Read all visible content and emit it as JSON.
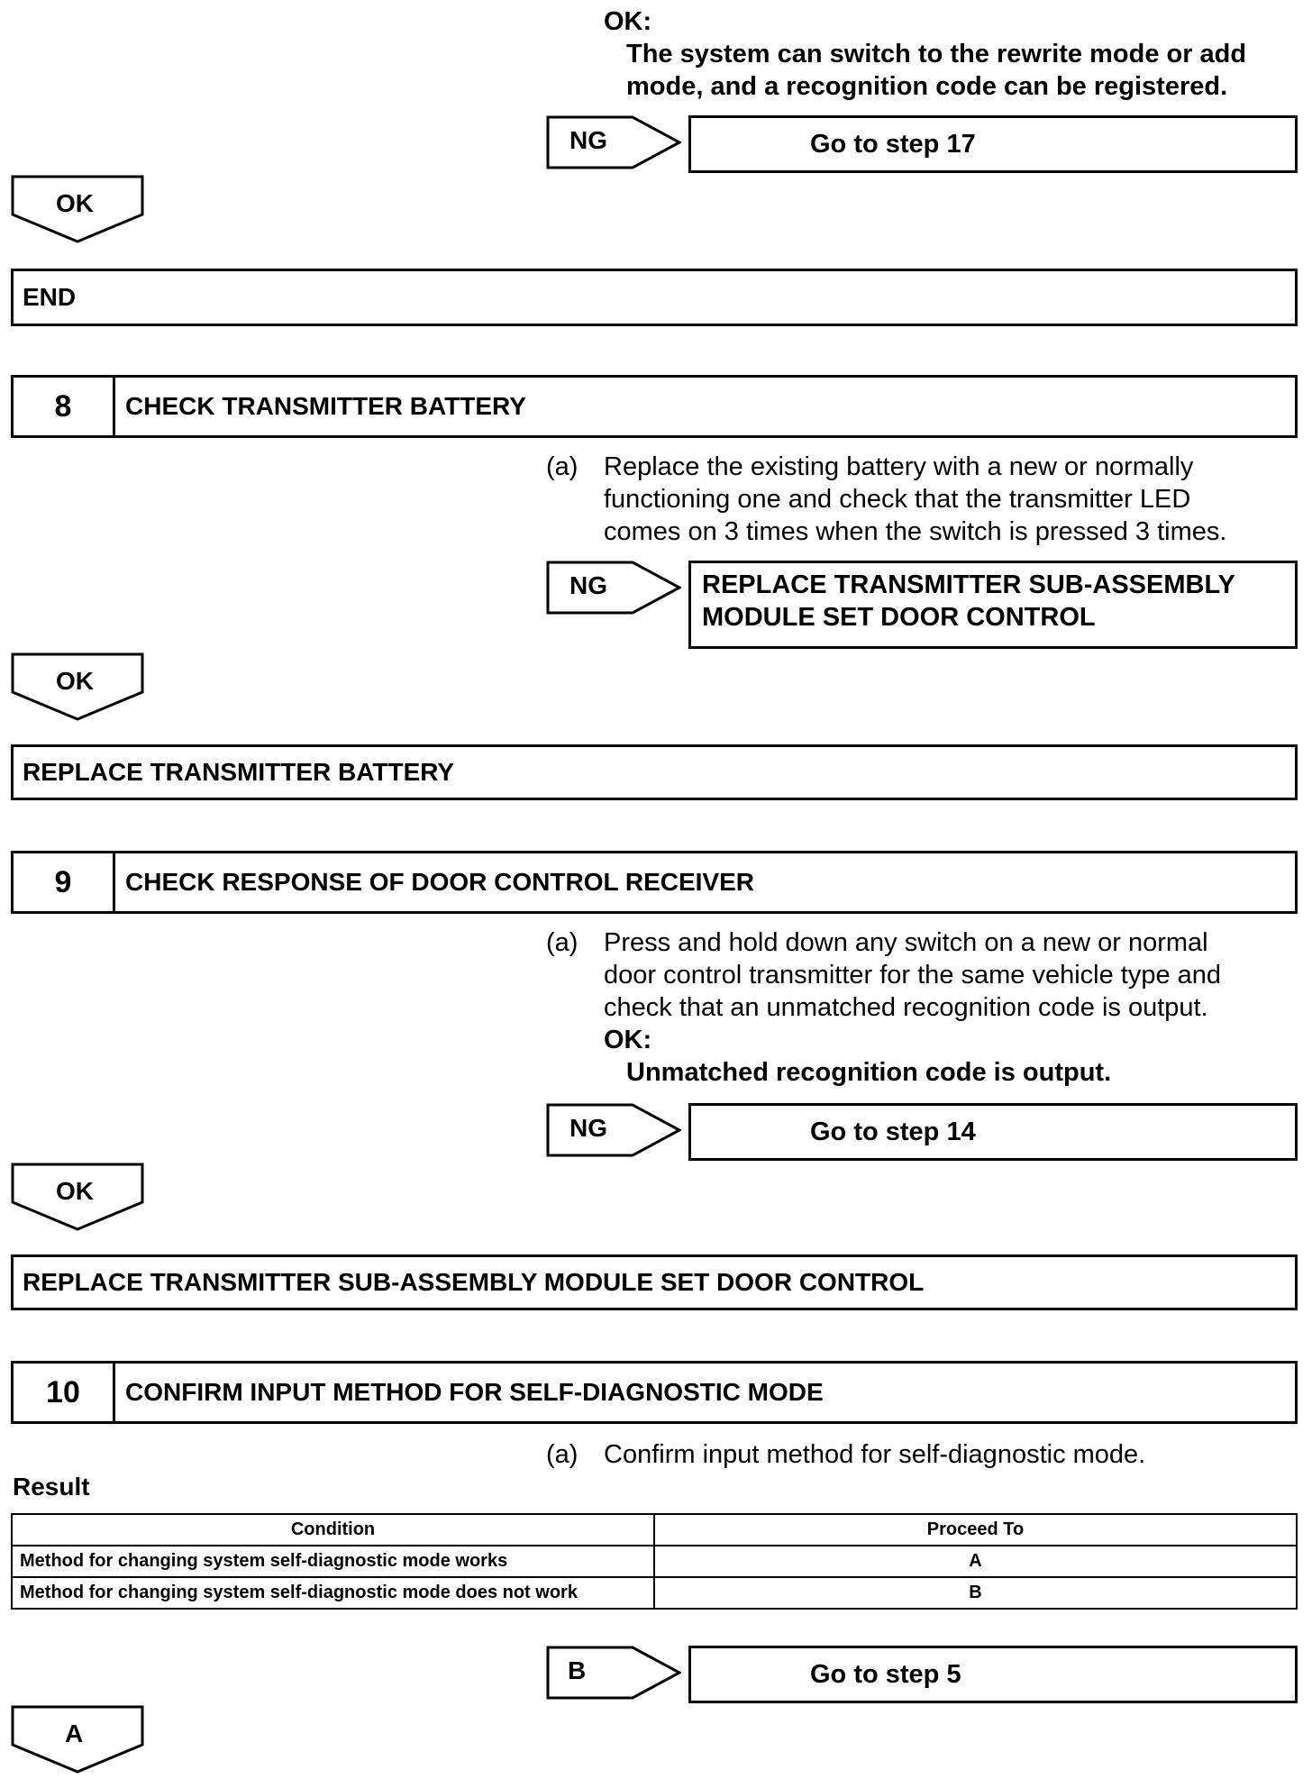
{
  "top": {
    "ok_label": "OK:",
    "ok_text_1": "The system can switch to the rewrite mode or add",
    "ok_text_2": "mode, and a recognition code can be registered.",
    "ng_label": "NG",
    "ng_target": "Go to step 17",
    "ok_arrow": "OK",
    "end": "END"
  },
  "step8": {
    "number": "8",
    "title": "CHECK TRANSMITTER BATTERY",
    "item_marker": "(a)",
    "item_1": "Replace the existing battery with a new or normally",
    "item_2": "functioning one and check that the transmitter LED",
    "item_3": "comes on 3 times when the switch is pressed 3 times.",
    "ng_label": "NG",
    "ng_target_1": "REPLACE TRANSMITTER SUB-ASSEMBLY",
    "ng_target_2": "MODULE SET DOOR CONTROL",
    "ok_arrow": "OK",
    "result": "REPLACE TRANSMITTER BATTERY"
  },
  "step9": {
    "number": "9",
    "title": "CHECK RESPONSE OF DOOR CONTROL RECEIVER",
    "item_marker": "(a)",
    "item_1": "Press and hold down any switch on a new or normal",
    "item_2": "door control transmitter for the same vehicle type and",
    "item_3": "check that an unmatched recognition code is output.",
    "ok_label": "OK:",
    "ok_text": "Unmatched recognition code is output.",
    "ng_label": "NG",
    "ng_target": "Go to step 14",
    "ok_arrow": "OK",
    "result": "REPLACE TRANSMITTER SUB-ASSEMBLY MODULE SET DOOR CONTROL"
  },
  "step10": {
    "number": "10",
    "title": "CONFIRM INPUT METHOD FOR SELF-DIAGNOSTIC MODE",
    "item_marker": "(a)",
    "item_1": "Confirm input method for self-diagnostic mode.",
    "result_heading": "Result",
    "table": {
      "headers": [
        "Condition",
        "Proceed To"
      ],
      "rows": [
        [
          "Method for changing system self-diagnostic mode works",
          "A"
        ],
        [
          "Method for changing system self-diagnostic mode does not work",
          "B"
        ]
      ]
    },
    "b_label": "B",
    "b_target": "Go to step 5",
    "a_arrow": "A"
  }
}
